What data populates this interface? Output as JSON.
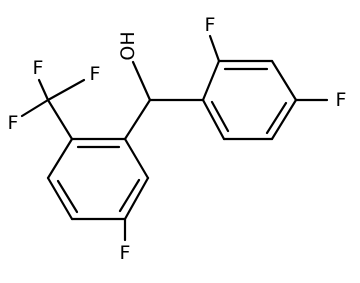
{
  "structure": {
    "atoms": {
      "oh": "OH",
      "f_ortho": "F",
      "f_para": "F",
      "f_ring_left": "F",
      "cf3_f_top_left": "F",
      "cf3_f_top_right": "F",
      "cf3_f_left": "F"
    },
    "colors": {
      "bond": "#000000",
      "label": "#000000",
      "background": "#ffffff"
    }
  }
}
